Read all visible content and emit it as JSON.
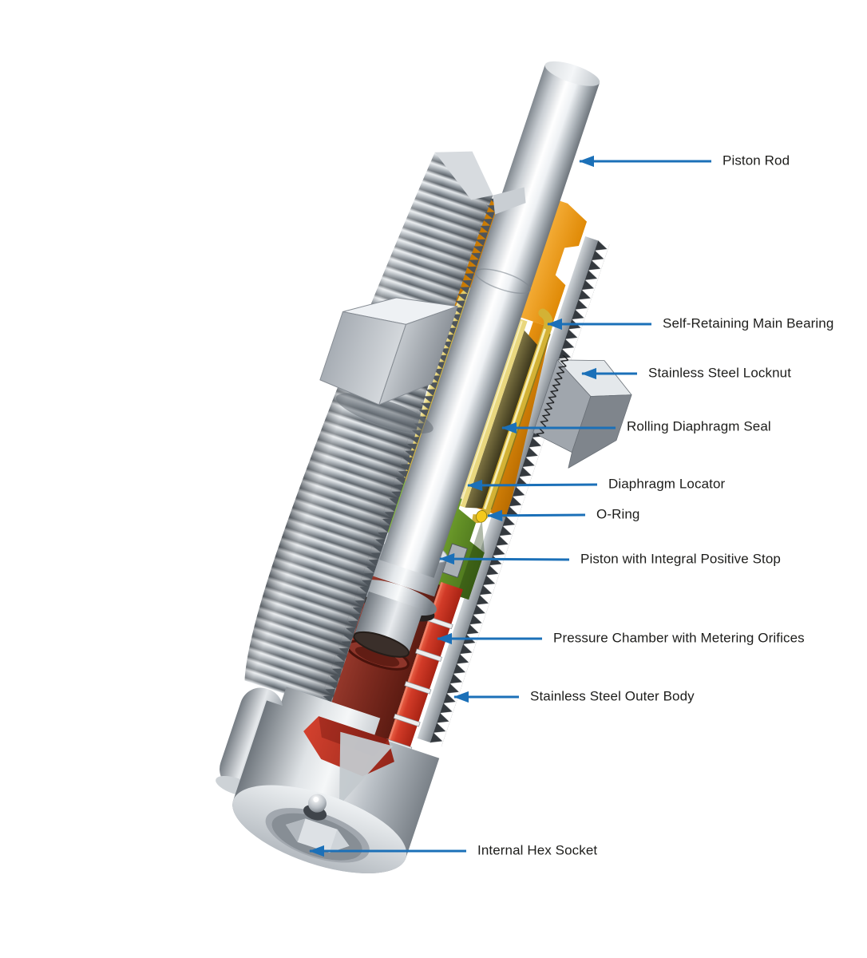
{
  "labels": [
    {
      "id": "piston-rod",
      "text": "Piston Rod"
    },
    {
      "id": "self-retaining-main-bearing",
      "text": "Self-Retaining Main Bearing"
    },
    {
      "id": "stainless-steel-locknut",
      "text": "Stainless Steel Locknut"
    },
    {
      "id": "rolling-diaphragm-seal",
      "text": "Rolling Diaphragm Seal"
    },
    {
      "id": "diaphragm-locator",
      "text": "Diaphragm Locator"
    },
    {
      "id": "o-ring",
      "text": "O-Ring"
    },
    {
      "id": "piston-with-integral-positive-stop",
      "text": "Piston with Integral Positive Stop"
    },
    {
      "id": "pressure-chamber-with-metering-orifices",
      "text": "Pressure Chamber with Metering Orifices"
    },
    {
      "id": "stainless-steel-outer-body",
      "text": "Stainless Steel Outer Body"
    },
    {
      "id": "internal-hex-socket",
      "text": "Internal Hex Socket"
    }
  ],
  "colors": {
    "arrow_blue": "#1b70b8",
    "label_text": "#1d1d1b",
    "bearing_orange": "#f09a14",
    "diaphragm_gold": "#d3b235",
    "cavity_olive": "#57502a",
    "locator_green": "#76a832",
    "o_ring_yellow": "#f3c91c",
    "chamber_red": "#d23b28",
    "chamber_interior_dark_red": "#7c2a1f",
    "steel_light": "#f2f4f6",
    "steel_mid": "#aeb5bb",
    "steel_dark": "#5f666d",
    "background": "#ffffff"
  }
}
